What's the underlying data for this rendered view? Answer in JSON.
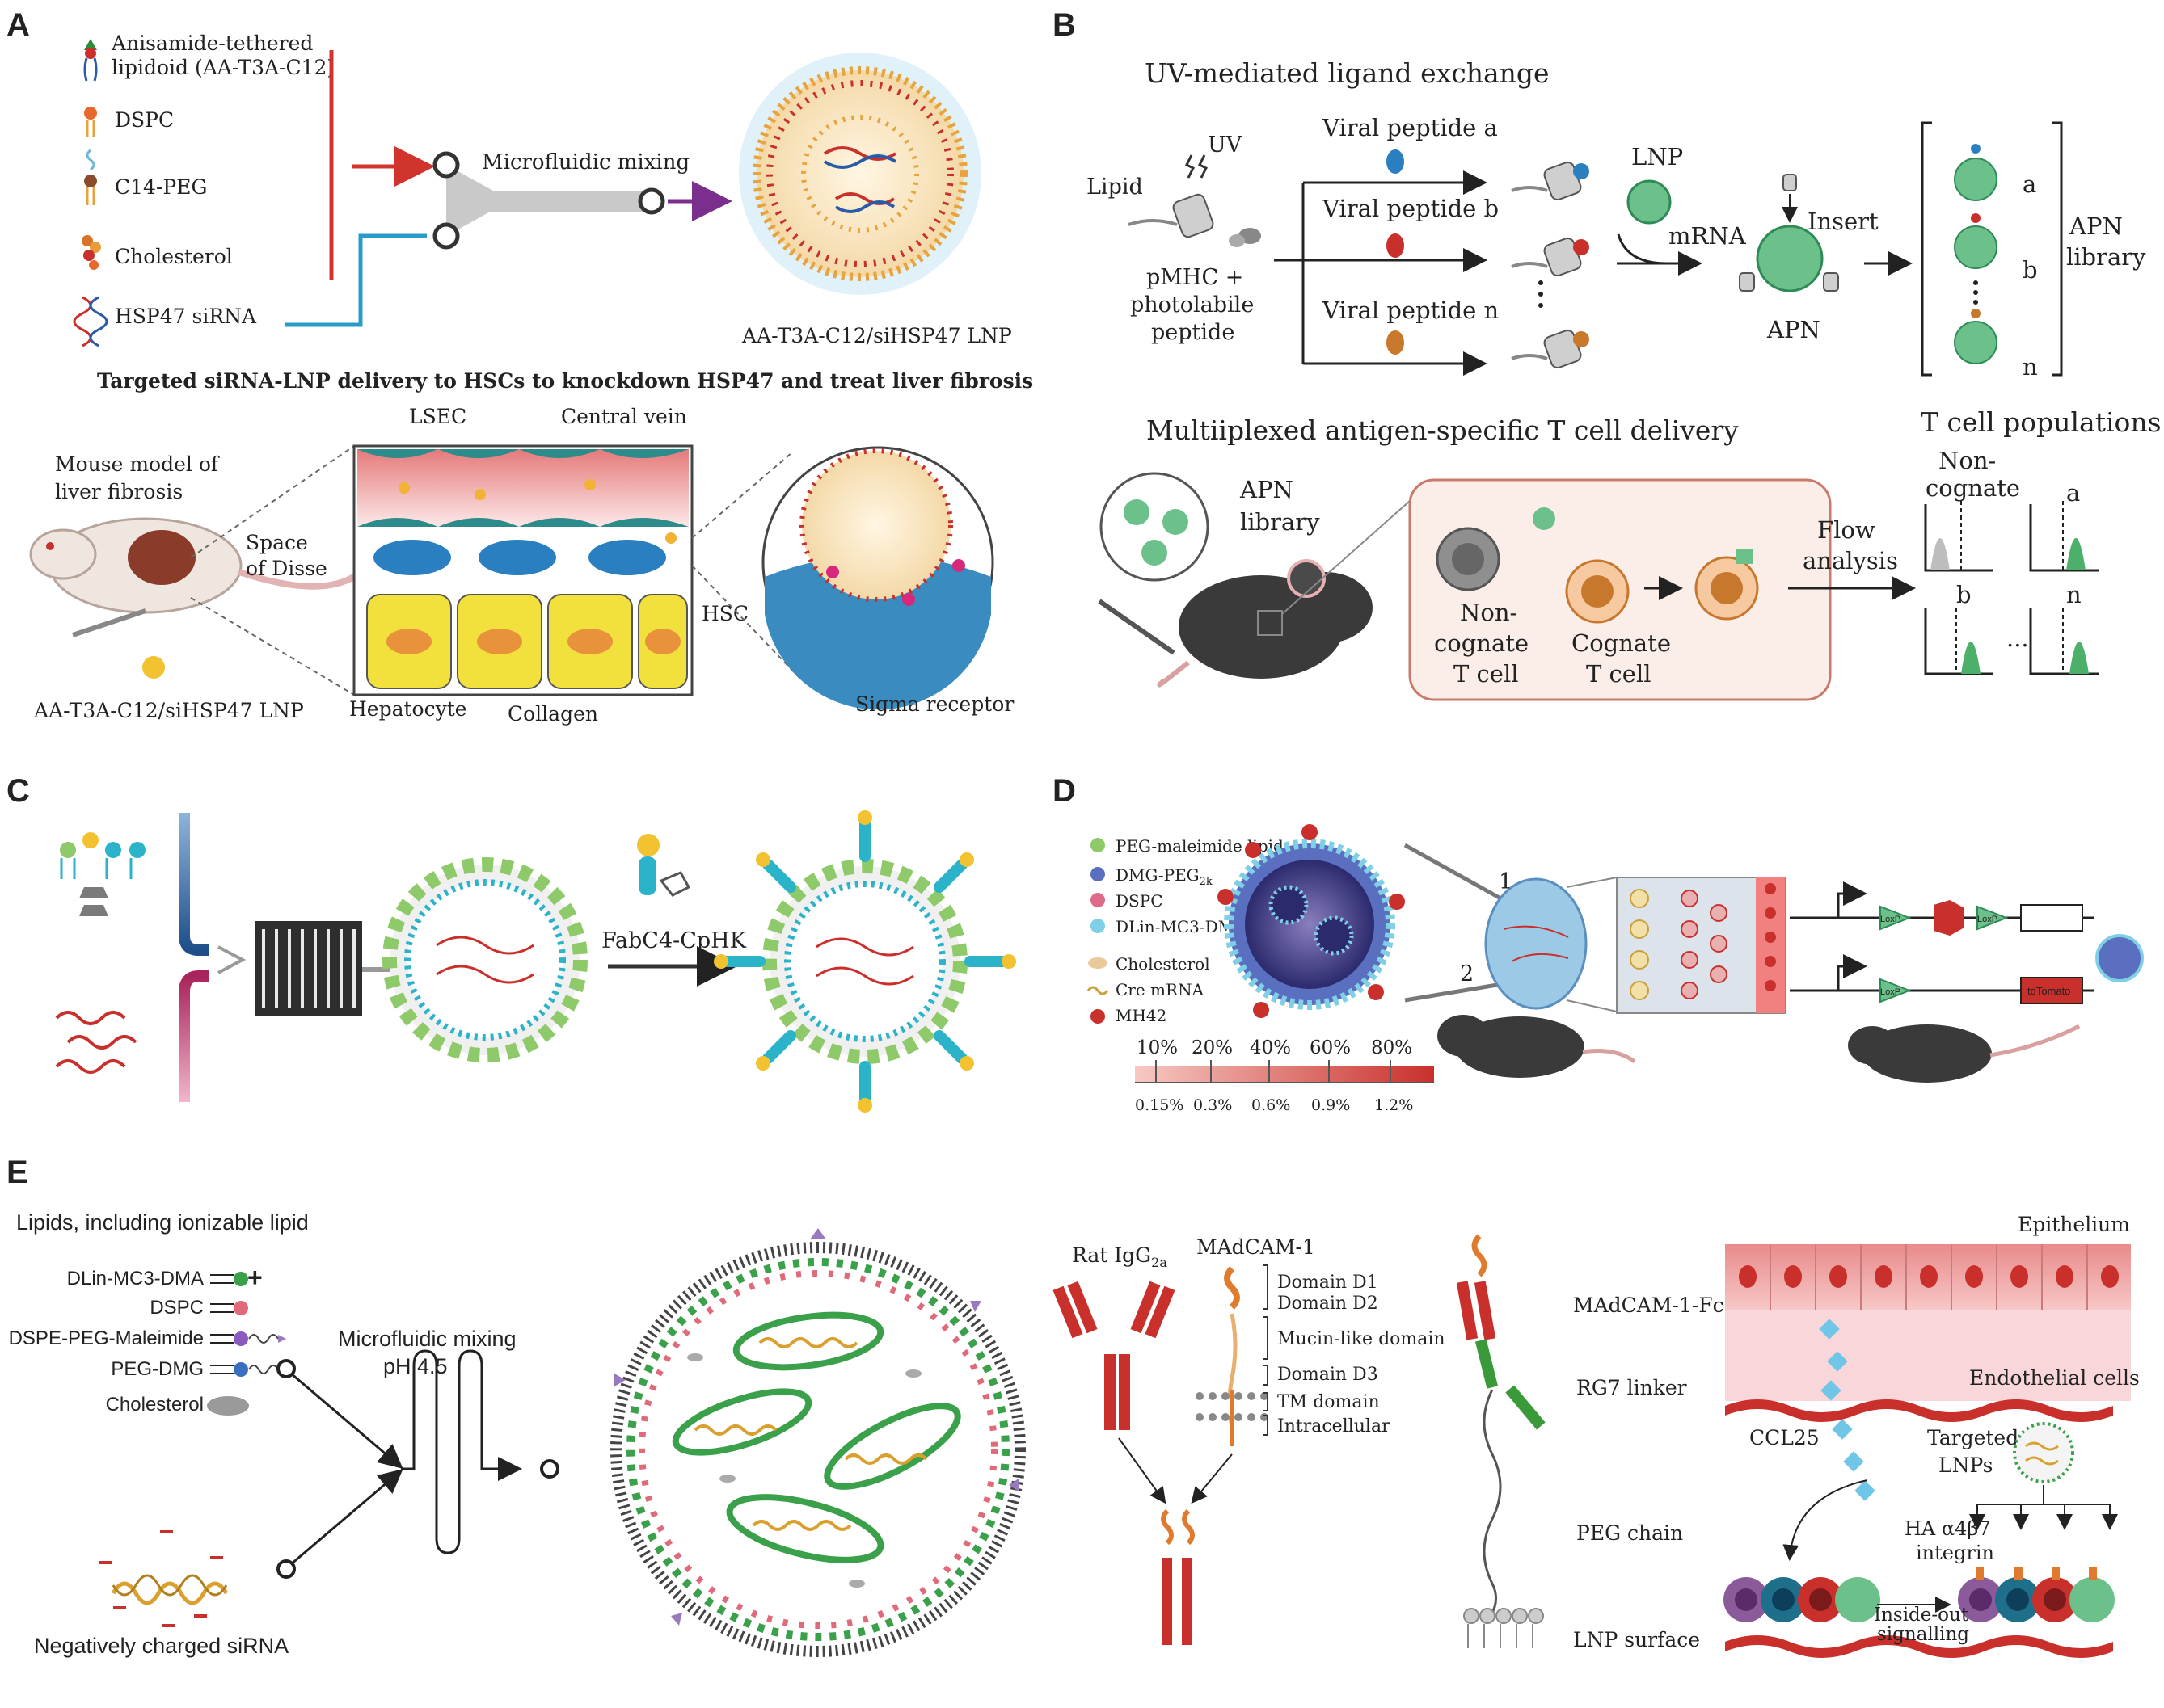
{
  "panel_a": {
    "letter": "A",
    "components": [
      "Anisamide-tethered",
      "lipidoid (AA-T3A-C12)",
      "DSPC",
      "C14-PEG",
      "Cholesterol",
      "HSP47 siRNA"
    ],
    "mixing": "Microfluidic mixing",
    "product": "AA-T3A-C12/siHSP47 LNP",
    "title": "Targeted siRNA-LNP delivery to HSCs to knockdown HSP47 and treat liver fibrosis",
    "mouse_label": [
      "Mouse model of",
      "liver fibrosis"
    ],
    "space_label": [
      "Space",
      "of Disse"
    ],
    "lsec": "LSEC",
    "central_vein": "Central vein",
    "hsc": "HSC",
    "hepatocyte": "Hepatocyte",
    "collagen": "Collagen",
    "sigma_receptor": "Sigma receptor",
    "bottom_lnp": "AA-T3A-C12/siHSP47 LNP"
  },
  "panel_b": {
    "letter": "B",
    "title1": "UV-mediated ligand exchange",
    "lipid": "Lipid",
    "uv": "UV",
    "pmhc": [
      "pMHC +",
      "photolabile",
      "peptide"
    ],
    "peptide_a": "Viral peptide a",
    "peptide_b": "Viral peptide b",
    "peptide_n": "Viral peptide n",
    "lnp": "LNP",
    "mrna": "mRNA",
    "insert": "Insert",
    "apn": "APN",
    "apn_library": [
      "APN",
      "library"
    ],
    "lib_letters": [
      "a",
      "b",
      "n"
    ],
    "title2": "Multiiplexed antigen-specific T cell delivery",
    "apn_library2": [
      "APN",
      "library"
    ],
    "noncognate": [
      "Non-",
      "cognate",
      "T cell"
    ],
    "cognate": [
      "Cognate",
      "T cell"
    ],
    "flow": [
      "Flow",
      "analysis"
    ],
    "populations": "T cell populations",
    "pop_noncognate": [
      "Non-",
      "cognate"
    ],
    "pop_letters": [
      "a",
      "b",
      "n"
    ],
    "ellipsis": "..."
  },
  "panel_c": {
    "letter": "C",
    "conjugate": "FabC4-CpHK"
  },
  "panel_d": {
    "letter": "D",
    "legend": [
      "PEG-maleimide lipid",
      "DMG-PEG",
      "DSPC",
      "DLin-MC3-DMA",
      "Cholesterol",
      "Cre mRNA",
      "MH42"
    ],
    "peg_sub": "2k",
    "pct_top": [
      "10%",
      "20%",
      "40%",
      "60%",
      "80%"
    ],
    "pct_bottom": [
      "0.15%",
      "0.3%",
      "0.6%",
      "0.9%",
      "1.2%"
    ],
    "inj1": "1",
    "inj2": "2",
    "loxp": "LoxP",
    "tdtomato": "tdTomato"
  },
  "panel_e": {
    "letter": "E",
    "lipids_title": "Lipids, including ionizable lipid",
    "lipids": [
      "DLin-MC3-DMA",
      "DSPC",
      "DSPE-PEG-Maleimide",
      "PEG-DMG",
      "Cholesterol"
    ],
    "plus": "+",
    "mixing": [
      "Microfluidic mixing",
      "pH 4.5"
    ],
    "sirna": "Negatively charged siRNA",
    "rat_igg": "Rat IgG",
    "rat_igg_sub": "2a",
    "madcam": "MAdCAM-1",
    "domains": [
      "Domain D1",
      "Domain D2",
      "Mucin-like domain",
      "Domain D3",
      "TM domain",
      "Intracellular"
    ],
    "left_labels": [
      "MAdCAM-1-Fc",
      "RG7 linker",
      "PEG chain",
      "LNP surface"
    ],
    "epithelium": "Epithelium",
    "endothelial": "Endothelial cells",
    "ccl25": "CCL25",
    "targeted": [
      "Targeted",
      "LNPs"
    ],
    "integrin": [
      "HA α4β7",
      "integrin"
    ],
    "signalling": [
      "Inside-out",
      "signalling"
    ]
  }
}
